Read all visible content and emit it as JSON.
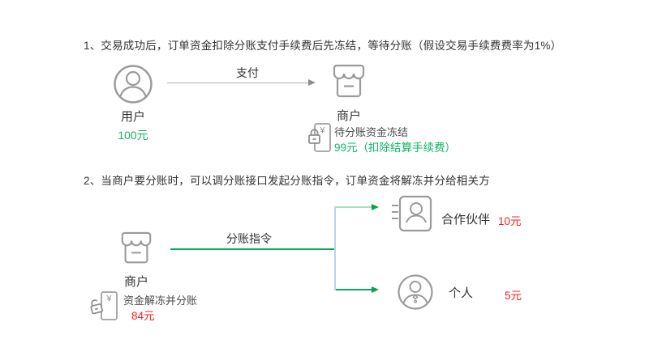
{
  "colors": {
    "accent_green": "#10b364",
    "line_green": "#0aa85c",
    "mint_green": "#a8ddc3",
    "connector_blue": "#b9d3ea",
    "alert_red": "#f52222",
    "icon_gray": "#9b9b9b",
    "text_dark": "#333333",
    "arrow_gray": "#b0b0b0"
  },
  "icons": {
    "user": "user-in-circle",
    "merchant": "storefront",
    "frozen_funds": "locked-padlock-with-yen-note",
    "unfrozen_funds": "open-padlock-with-yen-note",
    "partner": "contact-card-person",
    "person": "person-in-circle-with-tie"
  },
  "section1": {
    "heading": "1、交易成功后，订单资金扣除分账支付手续费后先冻结，等待分账（假设交易手续费费率为1%）",
    "user": {
      "label": "用户",
      "amount": "100元"
    },
    "flow_label": "支付",
    "merchant": {
      "label": "商户"
    },
    "frozen": {
      "status": "待分账资金冻结",
      "amount": "99元（扣除结算手续费）"
    }
  },
  "section2": {
    "heading": "2、当商户要分账时，可以调分账接口发起分账指令，订单资金将解冻并分给相关方",
    "merchant": {
      "label": "商户"
    },
    "unfrozen": {
      "status": "资金解冻并分账",
      "amount": "84元"
    },
    "flow_label": "分账指令",
    "receivers": [
      {
        "label": "合作伙伴",
        "amount": "10元"
      },
      {
        "label": "个人",
        "amount": "5元"
      }
    ]
  }
}
